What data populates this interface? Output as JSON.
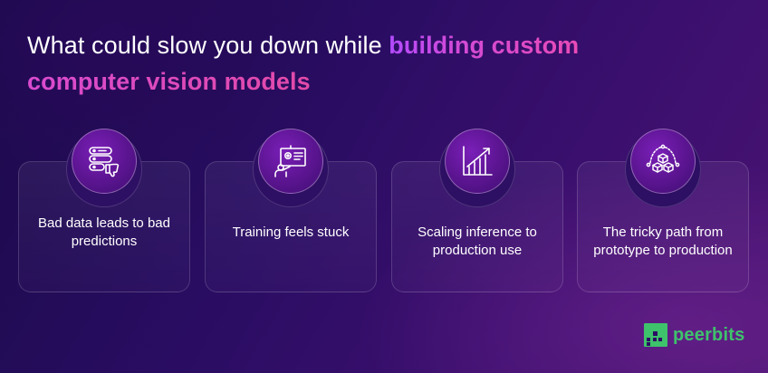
{
  "heading": {
    "part1": "What could slow you down while ",
    "part2": "building custom",
    "part3": "computer vision models"
  },
  "cards": [
    {
      "label": "Bad data leads to bad predictions",
      "icon": "database-thumbs-down-icon"
    },
    {
      "label": "Training feels stuck",
      "icon": "presentation-board-icon"
    },
    {
      "label": "Scaling inference to production use",
      "icon": "growth-chart-icon"
    },
    {
      "label": "The tricky path from prototype to production",
      "icon": "cubes-network-icon"
    }
  ],
  "brand": {
    "name": "peerbits",
    "color": "#3ec26b"
  }
}
